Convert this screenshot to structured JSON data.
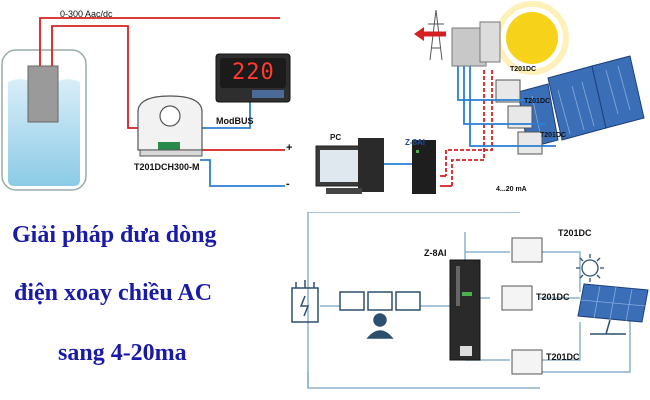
{
  "top_left": {
    "range_label": "0-300 Aac/dc",
    "display_value": "220",
    "modbus_label": "ModBUS",
    "sensor_model": "T201DCH300-M",
    "plus_sign": "+",
    "minus_sign": "-"
  },
  "top_right": {
    "pc_label": "PC",
    "isolator_label": "Z-8AI",
    "signal_label": "4...20 mA",
    "transducer_label": "T201DC"
  },
  "bottom_right": {
    "isolator_label": "Z-8AI",
    "transducer_label": "T201DC"
  },
  "caption": {
    "line1": "Giải pháp đưa dòng",
    "line2": "điện xoay chiều AC",
    "line3": "sang 4-20ma"
  },
  "colors": {
    "caption": "#1a1aa8",
    "red_wire": "#d42020",
    "blue_wire": "#2a7fd4",
    "frame": "#8ab0cc"
  }
}
